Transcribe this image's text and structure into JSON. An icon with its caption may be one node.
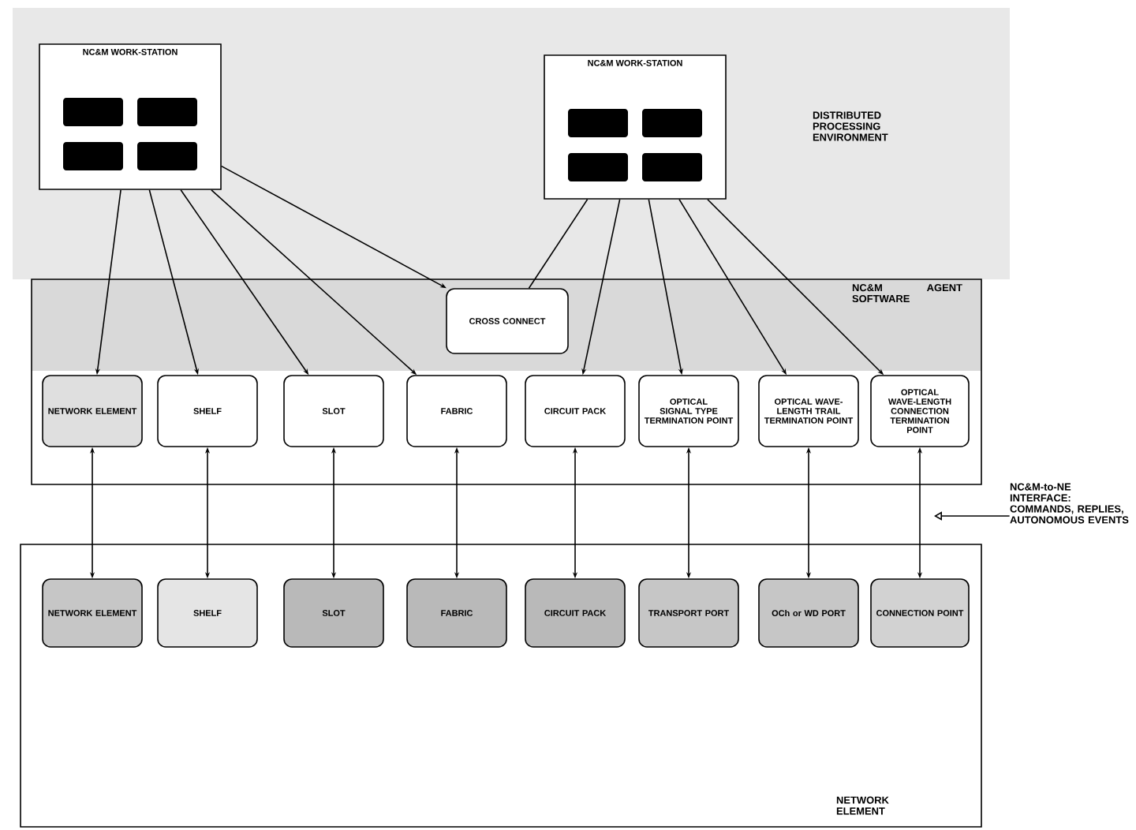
{
  "diagram": {
    "nodes": [
      {
        "text": [
          "NC&M WORK-STATION"
        ]
      },
      {
        "text": [
          "NC&M WORK-STATION"
        ]
      },
      {
        "text": [
          "NC&M AGENT SOFTWARE"
        ]
      },
      {
        "text": [
          "CROSS CONNECT"
        ],
        "in": 2
      },
      {
        "text": [
          "NETWORK ELEMENT"
        ],
        "in": 2
      },
      {
        "text": [
          "SHELF"
        ],
        "in": 2
      },
      {
        "text": [
          "SLOT"
        ],
        "in": 2
      },
      {
        "text": [
          "FABRIC"
        ],
        "in": 2
      },
      {
        "text": [
          "CIRCUIT PACK"
        ],
        "in": 2
      },
      {
        "text": [
          "OPTICAL SIGNAL TYPE TERMINATION POINT"
        ],
        "in": 2
      },
      {
        "text": [
          "OPTICAL WAVE-LENGTH TRAIL TERMINATION POINT"
        ],
        "in": 2
      },
      {
        "text": [
          "OPTICAL WAVE-LENGTH CONNECTION TERMINATION POINT"
        ],
        "in": 2
      },
      {
        "text": [
          "NETWORK ELEMENT"
        ]
      },
      {
        "text": [
          "NETWORK ELEMENT"
        ],
        "in": 12
      },
      {
        "text": [
          "SHELF"
        ],
        "in": 12
      },
      {
        "text": [
          "SLOT"
        ],
        "in": 12
      },
      {
        "text": [
          "FABRIC"
        ],
        "in": 12
      },
      {
        "text": [
          "CIRCUIT PACK"
        ],
        "in": 12
      },
      {
        "text": [
          "TRANSPORT PORT"
        ],
        "in": 12
      },
      {
        "text": [
          "OCh or WD PORT"
        ],
        "in": 12
      },
      {
        "text": [
          "CONNECTION POINT"
        ],
        "in": 12
      },
      {
        "text": [
          "NC&M-to-NE INTERFACE: COMMANDS, REPLIES, AUTONOMOUS EVENTS"
        ]
      }
    ],
    "edges": [
      {
        "from": 0,
        "to": 4,
        "arrow": "to"
      },
      {
        "from": 0,
        "to": 5,
        "arrow": "to"
      },
      {
        "from": 0,
        "to": 6,
        "arrow": "to"
      },
      {
        "from": 0,
        "to": 7,
        "arrow": "to"
      },
      {
        "from": 0,
        "to": 3,
        "arrow": "to"
      },
      {
        "from": 1,
        "to": 3,
        "arrow": "none"
      },
      {
        "from": 1,
        "to": 8,
        "arrow": "to"
      },
      {
        "from": 1,
        "to": 9,
        "arrow": "to"
      },
      {
        "from": 1,
        "to": 10,
        "arrow": "to"
      },
      {
        "from": 1,
        "to": 11,
        "arrow": "to"
      },
      {
        "from": 4,
        "to": 13,
        "arrow": "both"
      },
      {
        "from": 5,
        "to": 14,
        "arrow": "both"
      },
      {
        "from": 6,
        "to": 15,
        "arrow": "both"
      },
      {
        "from": 7,
        "to": 16,
        "arrow": "both"
      },
      {
        "from": 8,
        "to": 17,
        "arrow": "both"
      },
      {
        "from": 9,
        "to": 18,
        "arrow": "both"
      },
      {
        "from": 10,
        "to": 19,
        "arrow": "both"
      },
      {
        "from": 11,
        "to": 20,
        "arrow": "both"
      },
      {
        "from": 21,
        "to": null,
        "arrow": "to"
      }
    ],
    "labels": [
      "DISTRIBUTED PROCESSING ENVIRONMENT"
    ]
  }
}
